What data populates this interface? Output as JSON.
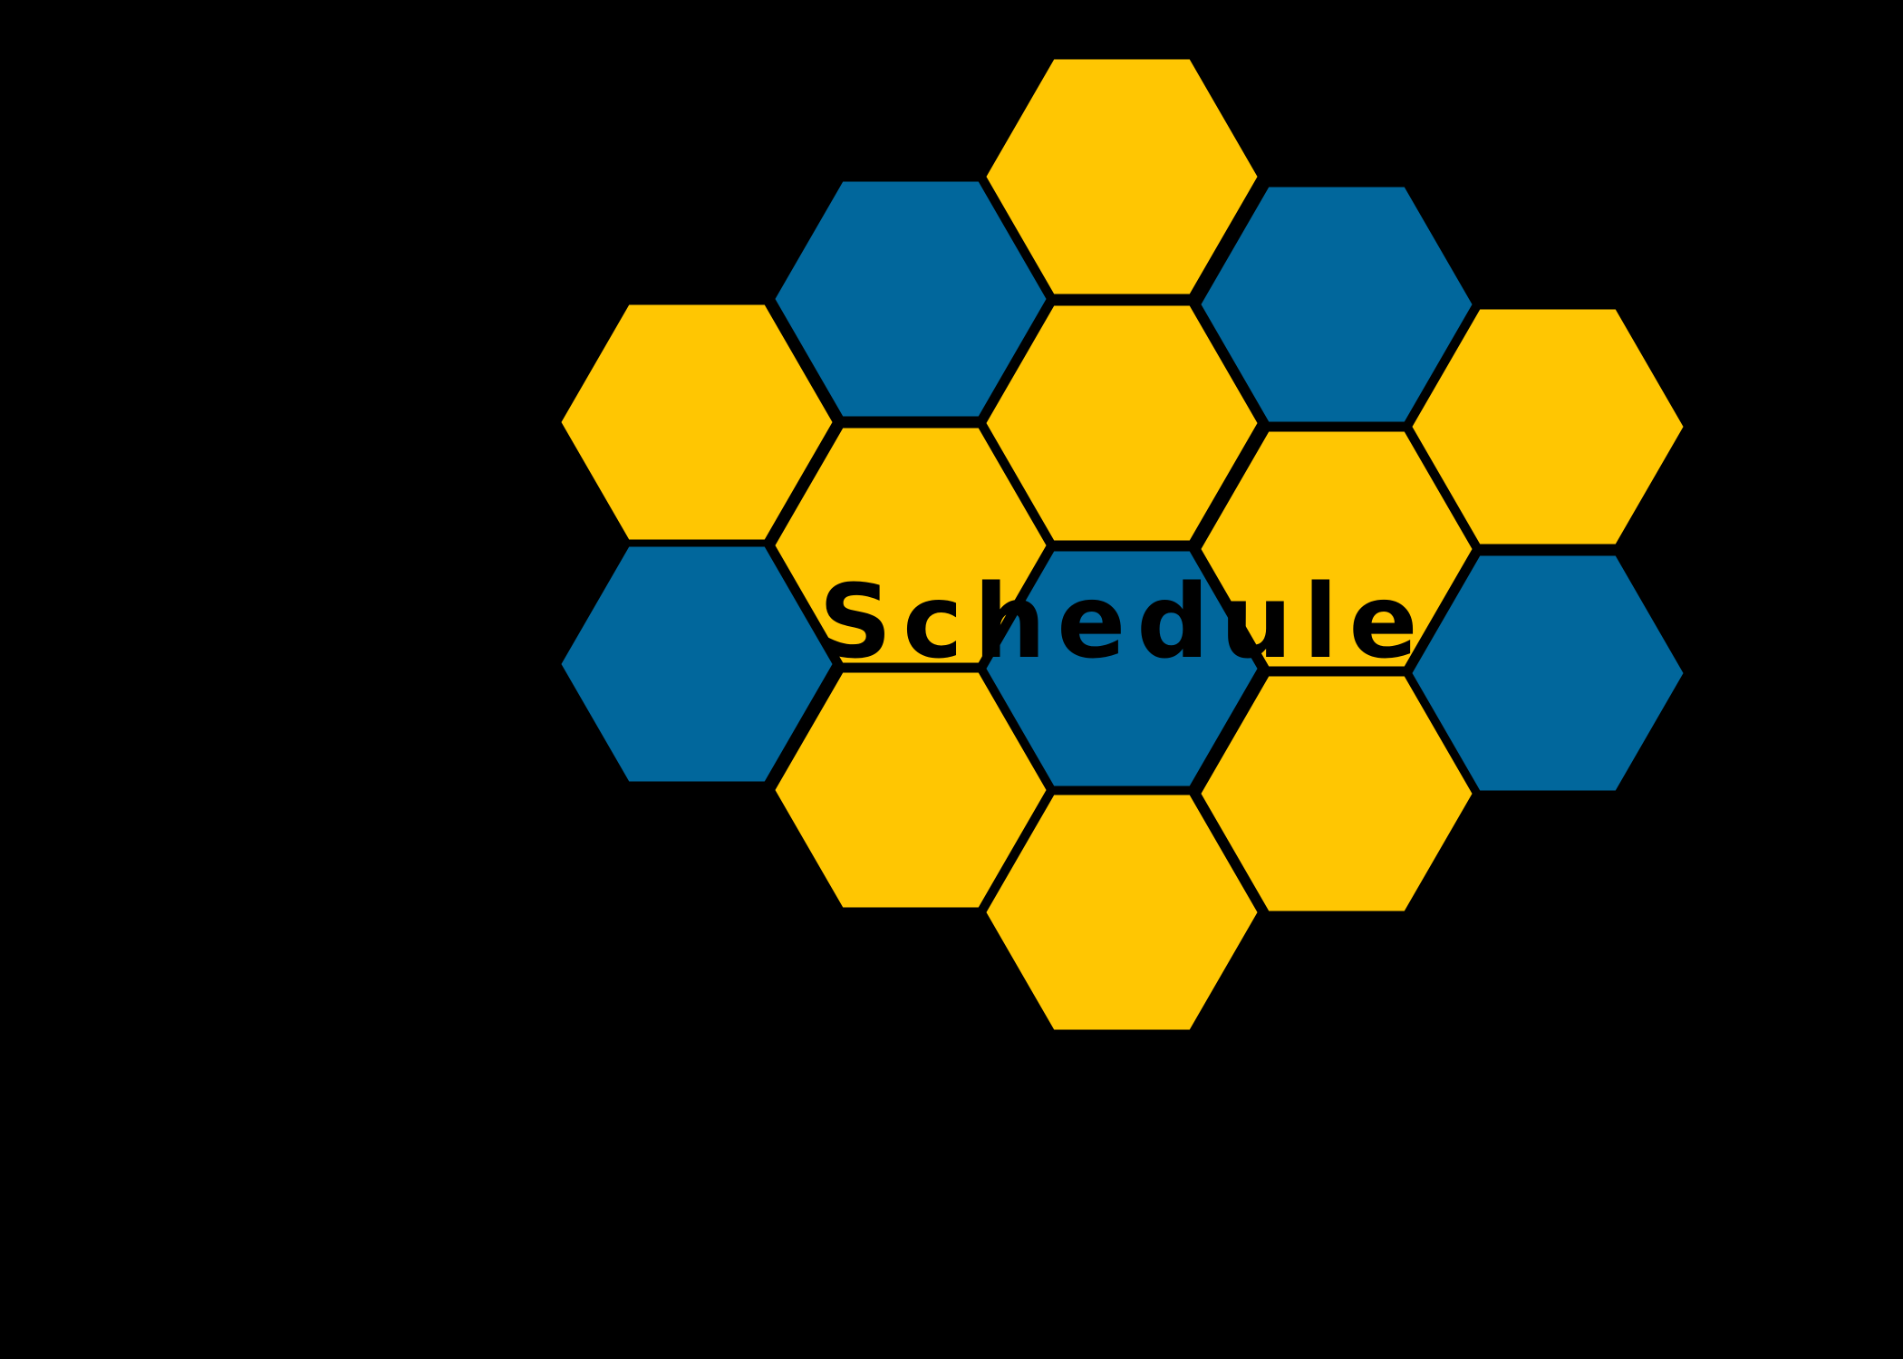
{
  "title": "Schedule",
  "colors": {
    "background": "#000000",
    "yellow": "#FFC602",
    "blue": "#01679C",
    "outline": "#000000",
    "text": "#000000"
  },
  "hexagons": [
    {
      "name": "hex-top-center",
      "color": "yellow"
    },
    {
      "name": "hex-upper-left-inner",
      "color": "blue"
    },
    {
      "name": "hex-upper-right-inner",
      "color": "blue"
    },
    {
      "name": "hex-left-upper",
      "color": "yellow"
    },
    {
      "name": "hex-center-upper",
      "color": "yellow"
    },
    {
      "name": "hex-right-upper",
      "color": "yellow"
    },
    {
      "name": "hex-left-inner-middle",
      "color": "yellow"
    },
    {
      "name": "hex-right-inner-middle",
      "color": "yellow"
    },
    {
      "name": "hex-left-lower",
      "color": "blue"
    },
    {
      "name": "hex-center",
      "color": "blue"
    },
    {
      "name": "hex-right-lower",
      "color": "blue"
    },
    {
      "name": "hex-lower-left-inner",
      "color": "yellow"
    },
    {
      "name": "hex-lower-right-inner",
      "color": "yellow"
    },
    {
      "name": "hex-bottom-center",
      "color": "yellow"
    }
  ]
}
